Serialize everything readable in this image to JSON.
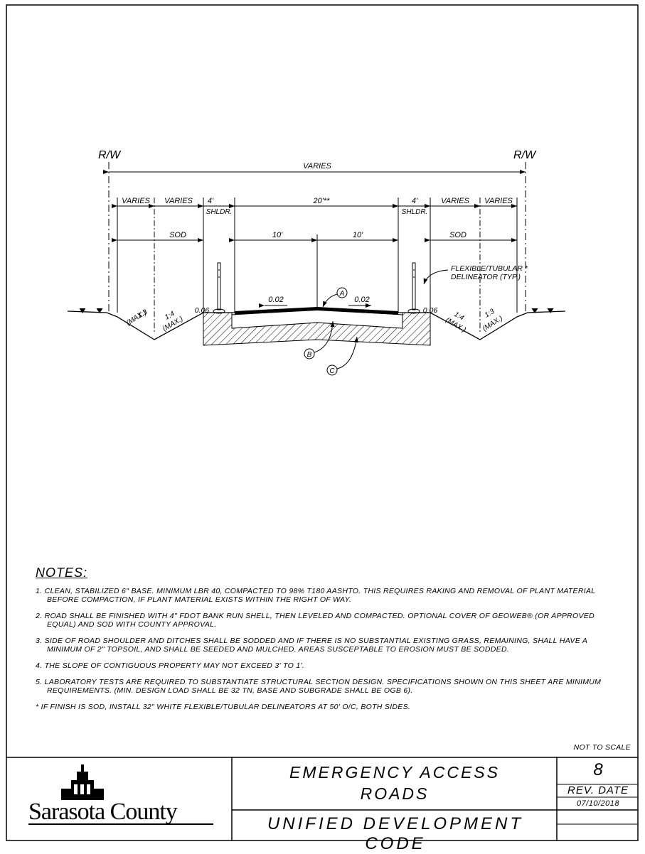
{
  "drawing": {
    "rw_left": "R/W",
    "rw_right": "R/W",
    "overall": "VARIES",
    "varies_1": "VARIES",
    "varies_2": "VARIES",
    "shoulder_left_width": "4'",
    "shoulder_left_label": "SHLDR.",
    "pavement_width": "20'**",
    "shoulder_right_width": "4'",
    "shoulder_right_label": "SHLDR.",
    "varies_3": "VARIES",
    "varies_4": "VARIES",
    "sod_left": "SOD",
    "lane_left": "10'",
    "lane_right": "10'",
    "sod_right": "SOD",
    "delineator_label_1": "FLEXIBLE/TUBULAR *",
    "delineator_label_2": "DELINEATOR (TYP.)",
    "cross_slope_left": "0.02",
    "cross_slope_right": "0.02",
    "shoulder_slope_left": "0.06",
    "shoulder_slope_right": "0.06",
    "slope_left_outer": "1:3",
    "slope_left_outer_max": "(MAX.)",
    "slope_left_inner": "1:4",
    "slope_left_inner_max": "(MAX.)",
    "slope_right_inner": "1:4",
    "slope_right_inner_max": "(MAX.)",
    "slope_right_outer": "1:3",
    "slope_right_outer_max": "(MAX.)",
    "callout_a": "A",
    "callout_b": "B",
    "callout_c": "C"
  },
  "notes": {
    "title": "NOTES:",
    "items": [
      "1. CLEAN, STABILIZED 6\" BASE. MINIMUM LBR 40, COMPACTED TO 98% T180 AASHTO. THIS REQUIRES RAKING AND REMOVAL OF PLANT MATERIAL BEFORE COMPACTION, IF PLANT MATERIAL EXISTS WITHIN THE RIGHT OF WAY.",
      "2. ROAD SHALL BE FINISHED WITH 4\" FDOT BANK RUN SHELL, THEN LEVELED AND COMPACTED. OPTIONAL COVER OF GEOWEB® (OR APPROVED EQUAL) AND SOD WITH COUNTY APPROVAL.",
      "3. SIDE OF ROAD SHOULDER AND DITCHES SHALL BE SODDED AND IF THERE IS NO SUBSTANTIAL EXISTING GRASS, REMAINING, SHALL HAVE A MINIMUM OF 2\" TOPSOIL, AND SHALL BE SEEDED AND MULCHED. AREAS SUSCEPTABLE TO EROSION MUST BE SODDED.",
      "4. THE SLOPE OF CONTIGUOUS PROPERTY MAY NOT EXCEED 3' TO 1'.",
      "5. LABORATORY TESTS ARE REQUIRED TO SUBSTANTIATE STRUCTURAL SECTION DESIGN. SPECIFICATIONS SHOWN ON THIS SHEET ARE MINIMUM REQUIREMENTS. (MIN. DESIGN LOAD SHALL BE 32 TN, BASE AND SUBGRADE SHALL BE OGB 6).",
      "* IF FINISH IS SOD, INSTALL 32\" WHITE FLEXIBLE/TUBULAR DELINEATORS AT 50' O/C, BOTH SIDES."
    ]
  },
  "scale_note": "NOT TO SCALE",
  "title_block": {
    "logo_text": "Sarasota County",
    "title_line1": "EMERGENCY ACCESS",
    "title_line2": "ROADS",
    "subtitle": "UNIFIED DEVELOPMENT CODE",
    "sheet_number": "8",
    "rev_label": "REV. DATE",
    "rev_date": "07/10/2018"
  }
}
